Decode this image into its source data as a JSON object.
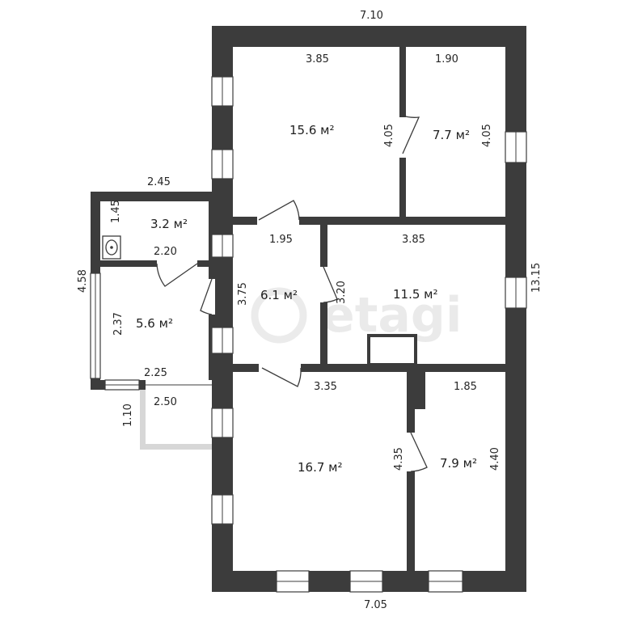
{
  "watermark": "etagi",
  "rooms": {
    "room_top_left": {
      "area": "15.6 м²",
      "width": "3.85",
      "height": "4.05"
    },
    "room_top_right": {
      "area": "7.7 м²",
      "width": "1.90",
      "height": "4.05"
    },
    "room_mid_right": {
      "area": "11.5 м²",
      "width": "3.85"
    },
    "hall": {
      "area": "6.1 м²",
      "width": "1.95",
      "height": "3.75",
      "partition": "3.20"
    },
    "bathroom": {
      "area": "3.2 м²",
      "width": "2.20",
      "height": "1.45"
    },
    "kitchen": {
      "area": "5.6 м²",
      "height": "2.37",
      "bottom": "2.25"
    },
    "room_bottom_left": {
      "area": "16.7 м²",
      "width": "3.35",
      "height": "4.35"
    },
    "room_bottom_right": {
      "area": "7.9 м²",
      "width": "1.85",
      "height": "4.40"
    }
  },
  "overall": {
    "top": "7.10",
    "bottom": "7.05",
    "right": "13.15",
    "left_annex_height": "4.58",
    "left_annex_top": "2.45",
    "porch_width": "2.50",
    "porch_height": "1.10"
  }
}
